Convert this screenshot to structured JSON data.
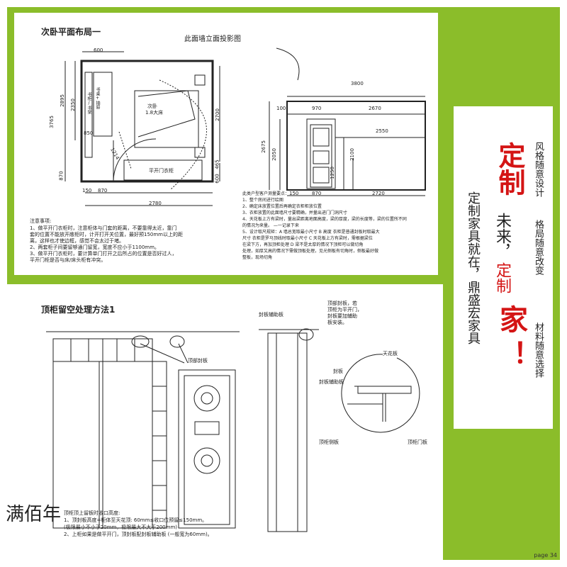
{
  "plan": {
    "title": "次卧平面布局一",
    "elev_title": "此面墙立面投影图",
    "dims": {
      "top600": "600",
      "h3765": "3765",
      "h2895": "2895",
      "h2350": "2350",
      "h850": "850",
      "h870": "870",
      "h2700": "2700",
      "h600": "600",
      "h465": "465",
      "d1214": "1214",
      "b150": "150",
      "b870": "870",
      "b2780": "2780"
    },
    "labels": {
      "desk": "书桌+抽屉",
      "wardrobe_side": "书柜/书架",
      "bed": "次卧",
      "bed2": "1.8大床",
      "closet": "平开门衣柜"
    },
    "elev_dims": {
      "w3800": "3800",
      "t100": "100",
      "t970": "970",
      "t2670": "2670",
      "d2550": "2550",
      "v2675": "2675",
      "v2050": "2050",
      "v2100": "2100",
      "v1250": "1250",
      "b150": "150",
      "b870": "870",
      "b2720": "2720"
    },
    "notes_left_title": "注意事项:",
    "notes_left": [
      "1、做平开门衣柜时，注意柜体与门套的距离，不要靠得太近，靠门",
      "套的位置不能放开敞柜时，计开打开关位置，最好预150mm以上的距",
      "离，这样也才使边框，感觉不会太过于堵。",
      "2、两套柜子间要留够通门留宽，宽度不应小于1100mm。",
      "3、做平开门衣柜时，要计算单门打开之后所占的位置是否好过人，",
      "平开门柜是否与床/床头柜有冲突。"
    ],
    "notes_right": [
      "此类户型客户测量要点：",
      "1、整个房间进行绘图",
      "2、确定床放置位置后再确定衣柜柜放位置",
      "3、衣柜放置的此面墙尺寸要精确，并量出进门门洞尺寸",
      "4、天花板上方有梁时，量出梁距离地面高度，梁的厚度，梁的长度等，梁的位置所不同",
      "    的情况为来量。  —一记录下来",
      "5、设计取尺规矩：A 墙总宽取最小尺寸 B 高度 衣柜是普通封板时取最大",
      "尺寸 衣柜是罗马顶线时取最小尺寸 C 天花板上方有梁时，需根据梁位",
      "在梁下方，再加顶柜处理 D 梁不是太厚的情况下顶柜可以做切角",
      "处理，如厚又高的情况下需做顶板处理，见光侧板有切角时，侧板最好做",
      "整板，现场切角"
    ]
  },
  "topcab": {
    "title": "顶柜留空处理方法1",
    "labels": {
      "top_seal": "顶部封板",
      "seal_aux": "封板辅助板",
      "note1": "顶部封板，若",
      "note2": "顶柜为平开门，",
      "note3": "封板要加辅助",
      "note4": "板安装。",
      "ceiling": "天花板",
      "seal": "封板",
      "seal_aux2": "封板辅助板",
      "top_panel": "顶柜侧板",
      "door_panel": "顶柜门板"
    },
    "notes_title": "顶柜顶上留板时收口高度:",
    "notes": [
      "1、顶封板高度=柜体至天花顶: 60mm≤收口位预留≤150mm。",
      "   (极限最小不小于20mm，极限最大不大于200mm)",
      "2、上柜如果是做平开门，顶封板配封板辅助板 (一般宽为60mm)。"
    ]
  },
  "slogan": {
    "col1": "风格随意设计",
    "col2": "格局随意改变",
    "col3": "材料随意选择",
    "big1": "定制",
    "mid1": "未来，",
    "big2": "定制",
    "big3": "家",
    "excl": "！",
    "side": "定制家具就在，鼎盛宏家具"
  },
  "watermark": "满佰年",
  "page": "page 34",
  "colors": {
    "green": "#8bbd2a",
    "red": "#d41414"
  }
}
